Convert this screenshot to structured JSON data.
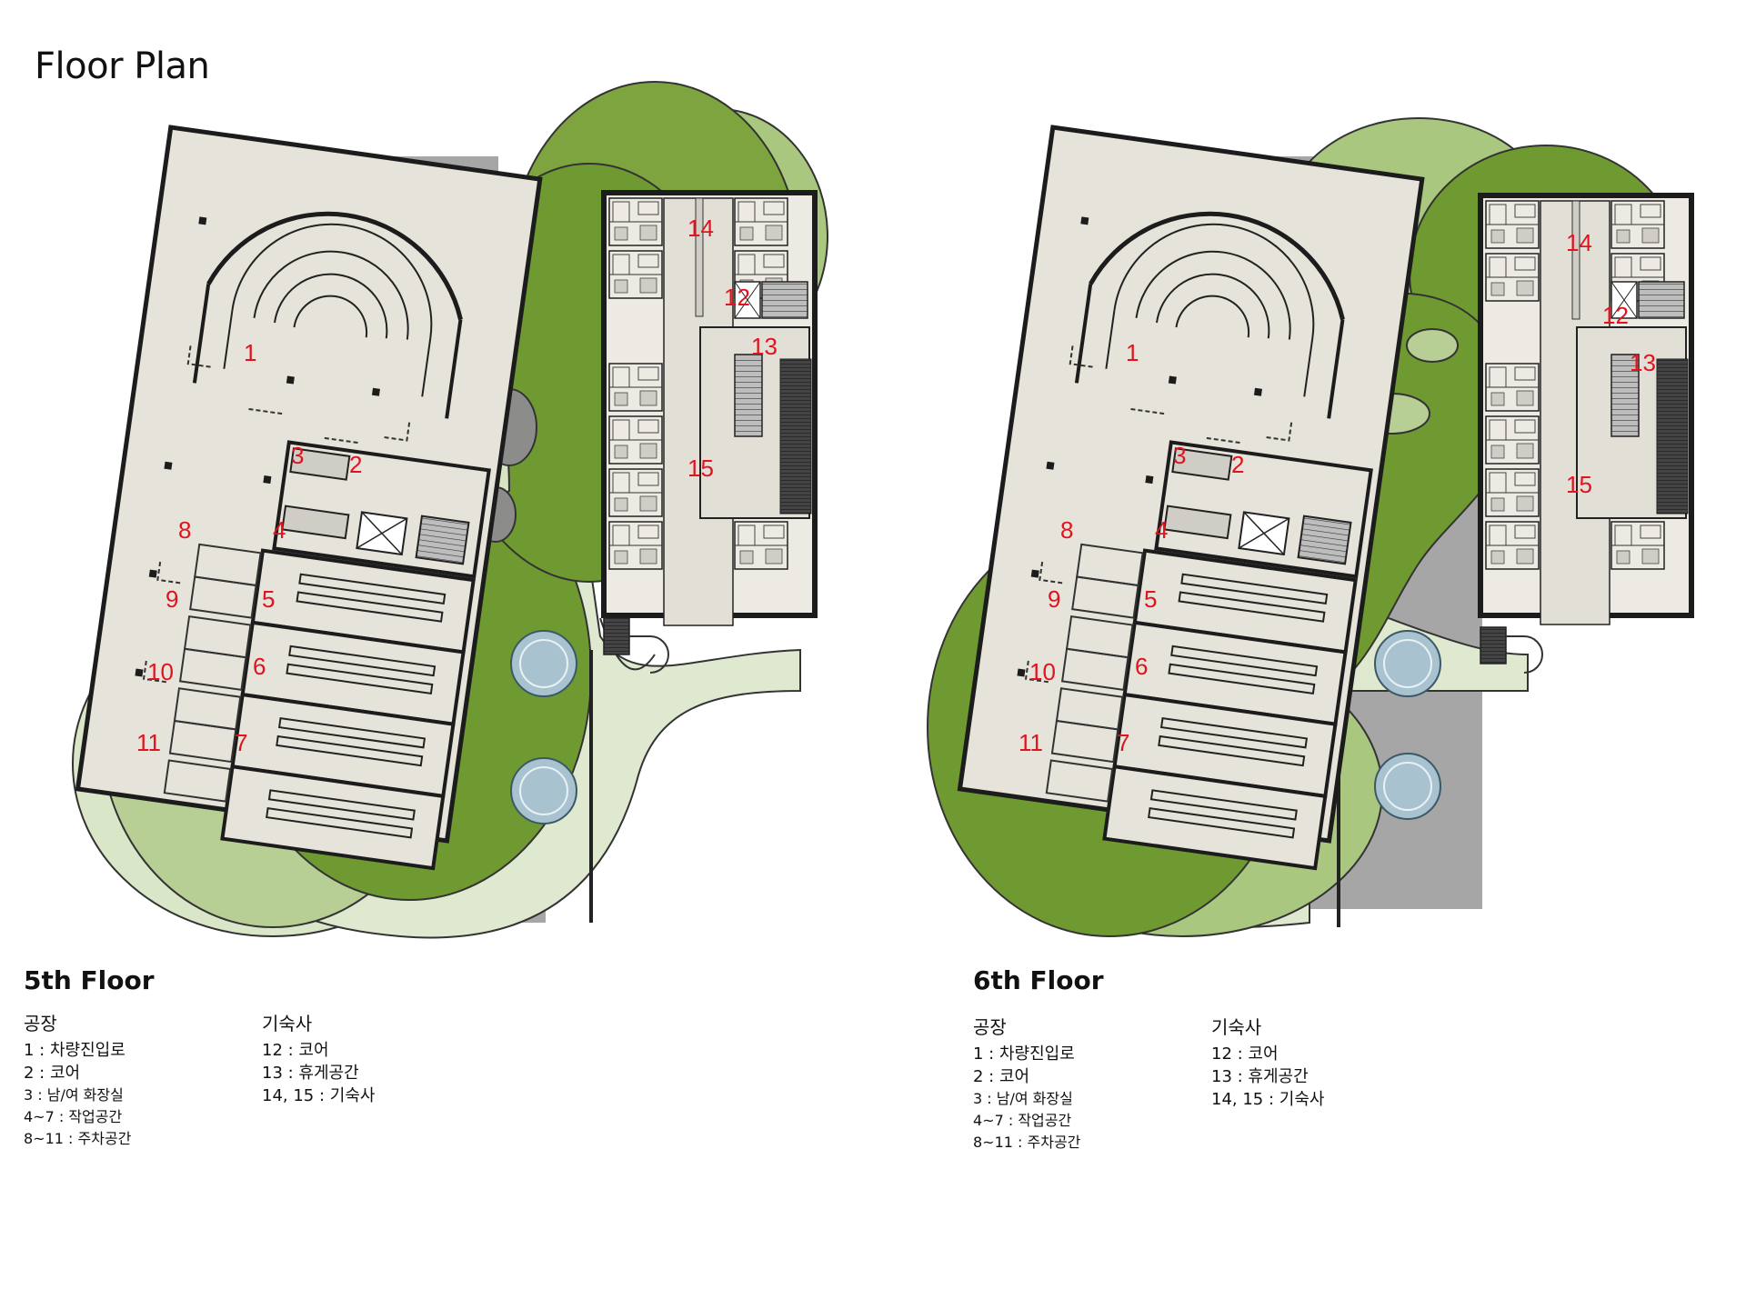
{
  "page_title": "Floor Plan",
  "plans": [
    {
      "floor_label": "5th Floor",
      "factory": {
        "title": "공장",
        "items": [
          "1 : 차량진입로",
          "2 : 코어",
          "3 : 남/여 화장실",
          "4~7 : 작업공간",
          "8~11 : 주차공간"
        ]
      },
      "dorm": {
        "title": "기숙사",
        "items": [
          "12 : 코어",
          "13 : 휴게공간",
          "14, 15 : 기숙사"
        ]
      },
      "room_numbers": [
        "1",
        "2",
        "3",
        "4",
        "5",
        "6",
        "7",
        "8",
        "9",
        "10",
        "11",
        "12",
        "13",
        "14",
        "15"
      ]
    },
    {
      "floor_label": "6th Floor",
      "factory": {
        "title": "공장",
        "items": [
          "1 : 차량진입로",
          "2 : 코어",
          "3 : 남/여 화장실",
          "4~7 : 작업공간",
          "8~11 : 주차공간"
        ]
      },
      "dorm": {
        "title": "기숙사",
        "items": [
          "12 : 코어",
          "13 : 휴게공간",
          "14, 15 : 기숙사"
        ]
      },
      "room_numbers": [
        "1",
        "2",
        "3",
        "4",
        "5",
        "6",
        "7",
        "8",
        "9",
        "10",
        "11",
        "12",
        "13",
        "14",
        "15"
      ]
    }
  ],
  "colors": {
    "label_red": "#e0141e",
    "lawn_dark": "#6f9a32",
    "lawn_light": "#c9dcb0",
    "paving": "#a5a6a5",
    "floor_slab": "#e6e3da",
    "wall": "#1c1c1c"
  }
}
